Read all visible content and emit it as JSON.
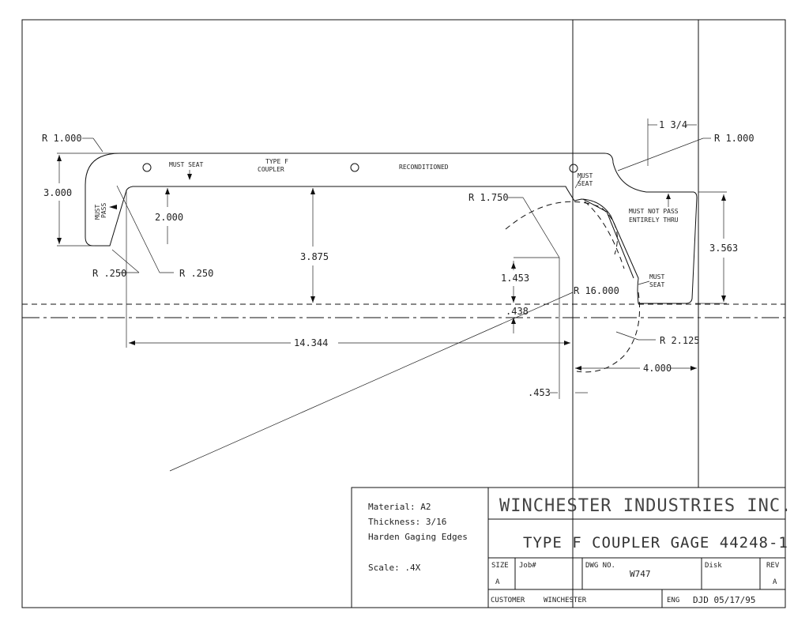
{
  "dimensions": {
    "r_top_left": "R 1.000",
    "height_3000": "3.000",
    "r250_a": "R .250",
    "r250_b": "R .250",
    "height_2000": "2.000",
    "height_3875": "3.875",
    "len_14344": "14.344",
    "r_1750": "R 1.750",
    "h_1453": "1.453",
    "h_438": ".438",
    "r_16000": "R 16.000",
    "r_2125": "R 2.125",
    "w_4000": "4.000",
    "off_453": ".453",
    "frac_134": "1 3/4",
    "r_top_right": "R 1.000",
    "h_3563": "3.563"
  },
  "notes": {
    "must_seat_top": "MUST SEAT",
    "type_f_1": "TYPE F",
    "type_f_2": "COUPLER",
    "reconditioned": "RECONDITIONED",
    "must_pass_1": "MUST",
    "must_pass_2": "PASS",
    "must_seat_mid_1": "MUST",
    "must_seat_mid_2": "SEAT",
    "must_not_pass_1": "MUST NOT PASS",
    "must_not_pass_2": "ENTIRELY THRU",
    "must_seat_low_1": "MUST",
    "must_seat_low_2": "SEAT"
  },
  "title_block": {
    "material": "Material: A2",
    "thickness": "Thickness: 3/16",
    "harden": "Harden Gaging Edges",
    "scale": "Scale: .4X",
    "company": "WINCHESTER INDUSTRIES INC.",
    "title": "TYPE F COUPLER GAGE 44248-1",
    "size_label": "SIZE",
    "size_value": "A",
    "job_label": "Job#",
    "dwg_label": "DWG NO.",
    "dwg_value": "W747",
    "disk_label": "Disk",
    "rev_label": "REV",
    "rev_value": "A",
    "customer_label": "CUSTOMER",
    "customer_value": "WINCHESTER",
    "eng_label": "ENG",
    "eng_value": "DJD 05/17/95"
  }
}
